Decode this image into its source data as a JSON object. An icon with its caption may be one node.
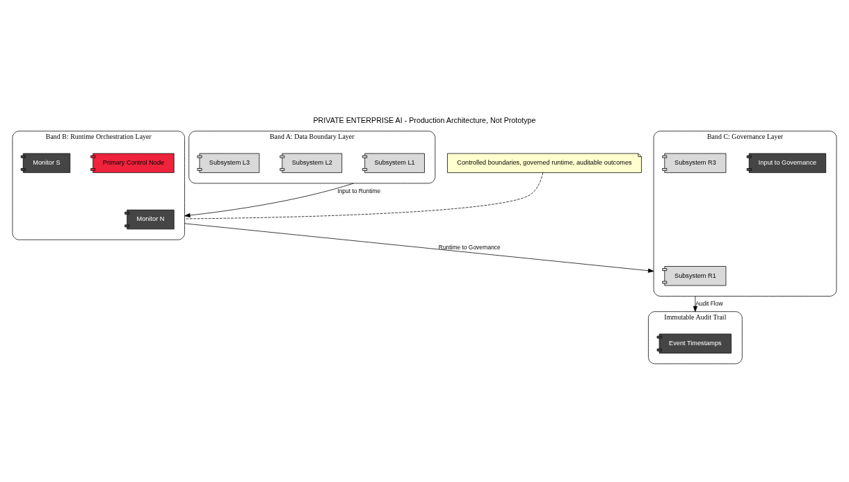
{
  "diagram": {
    "title": "PRIVATE ENTERPRISE AI - Production Architecture, Not Prototype",
    "nodes": [
      {
        "text": [
          "Band A: Data Boundary Layer"
        ]
      },
      {
        "text": [
          "Subsystem L1"
        ],
        "in": 0
      },
      {
        "text": [
          "Subsystem L2"
        ],
        "in": 0
      },
      {
        "text": [
          "Subsystem L3"
        ],
        "in": 0
      },
      {
        "text": [
          "Band B: Runtime Orchestration Layer"
        ]
      },
      {
        "text": [
          "Monitor N"
        ],
        "in": 4
      },
      {
        "text": [
          "Primary Control Node"
        ],
        "in": 4
      },
      {
        "text": [
          "Monitor S"
        ],
        "in": 4
      },
      {
        "text": [
          "Band C: Governance Layer"
        ]
      },
      {
        "text": [
          "Subsystem R1"
        ],
        "in": 8
      },
      {
        "text": [
          "Input to Governance"
        ],
        "in": 8
      },
      {
        "text": [
          "Subsystem R3"
        ],
        "in": 8
      },
      {
        "text": [
          "Immutable Audit Trail"
        ]
      },
      {
        "text": [
          "Event Timestamps"
        ],
        "in": 12
      },
      {
        "text": [
          "Controlled boundaries, governed runtime, auditable outcomes"
        ]
      }
    ],
    "edges": [
      {
        "from": 0,
        "to": 4,
        "arrow": "to",
        "label": "Input to Runtime"
      },
      {
        "from": 4,
        "to": 8,
        "arrow": "to",
        "label": "Runtime to Governance"
      },
      {
        "from": 8,
        "to": 12,
        "arrow": "to",
        "label": "Audit Flow"
      },
      {
        "from": 14,
        "to": 4,
        "arrow": "none",
        "style": "dashed"
      }
    ]
  }
}
